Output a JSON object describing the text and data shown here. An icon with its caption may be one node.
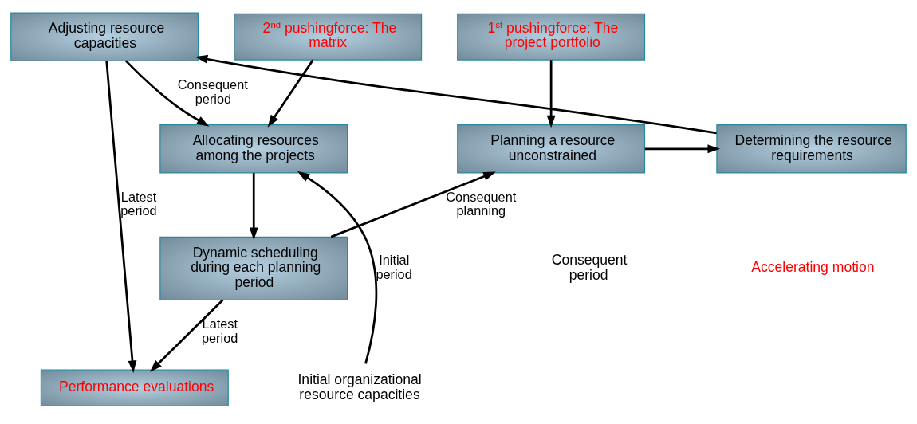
{
  "diagram": {
    "nodes": [
      {
        "text": [
          "1$^{st}$ pushingforce: The project portfolio"
        ]
      },
      {
        "text": [
          "Adjusting resource capacities"
        ]
      },
      {
        "text": [
          "2$^{nd}$ pushingforce: The matrix"
        ]
      },
      {
        "text": [
          "Planning a resource unconstrained"
        ]
      },
      {
        "text": [
          "Determining the resource requirements"
        ]
      },
      {
        "text": [
          "Allocating resources among the projects"
        ]
      },
      {
        "text": [
          "Dynamic scheduling during each planning period"
        ]
      },
      {
        "text": [
          "Performance evaluations"
        ]
      },
      {
        "text": [
          "Initial organizational resource capacities"
        ]
      }
    ],
    "edges": [
      {
        "from": 0,
        "to": 3,
        "arrow": "to"
      },
      {
        "from": 3,
        "to": 4,
        "arrow": "to"
      },
      {
        "from": 4,
        "to": 1,
        "arrow": "to"
      },
      {
        "from": 1,
        "to": 7,
        "arrow": "to",
        "label": "Latest period"
      },
      {
        "from": 1,
        "to": 5,
        "arrow": "to",
        "label": "Consequent period"
      },
      {
        "from": 2,
        "to": 5,
        "arrow": "to"
      },
      {
        "from": 5,
        "to": 6,
        "arrow": "to"
      },
      {
        "from": 6,
        "to": 3,
        "arrow": "to",
        "label": "Consequent planning"
      },
      {
        "from": 6,
        "to": 7,
        "arrow": "to",
        "label": "Latest period"
      },
      {
        "from": 8,
        "to": 5,
        "arrow": "to",
        "label": "Initial period"
      }
    ],
    "labels": [
      "Consequent period",
      "Accelerating motion"
    ]
  }
}
